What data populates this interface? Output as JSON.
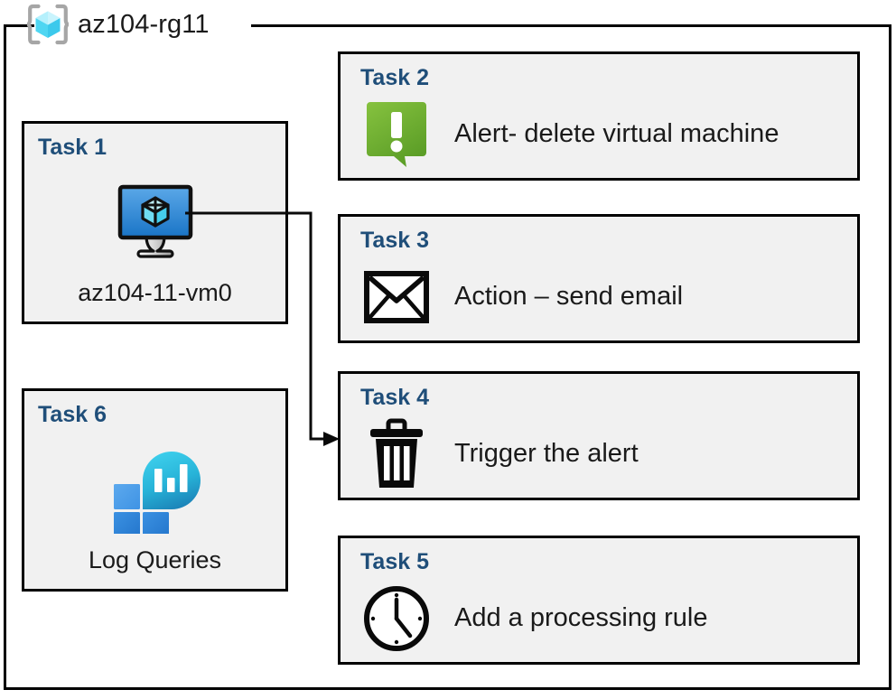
{
  "diagram": {
    "type": "azure-architecture-diagram",
    "container": {
      "title": "az104-rg11",
      "icon": "azure-resource-group-icon"
    },
    "colors": {
      "task_heading": "#1F4E79",
      "box_fill": "#F1F1F1",
      "box_border": "#000000",
      "alert_green": "#6CB33F",
      "vm_blue": "#2F8FE0",
      "log_analytics_cyan": "#31C8E8",
      "log_analytics_blue": "#2C8DDE"
    },
    "tasks": [
      {
        "id": "task-1",
        "label": "Task 1",
        "caption": "az104-11-vm0",
        "icon": "virtual-machine-icon",
        "column": "left"
      },
      {
        "id": "task-2",
        "label": "Task 2",
        "text": "Alert- delete virtual machine",
        "icon": "alert-exclamation-icon",
        "column": "right"
      },
      {
        "id": "task-3",
        "label": "Task 3",
        "text": "Action – send email",
        "icon": "envelope-icon",
        "column": "right"
      },
      {
        "id": "task-4",
        "label": "Task 4",
        "text": "Trigger the alert",
        "icon": "trash-bin-icon",
        "column": "right"
      },
      {
        "id": "task-5",
        "label": "Task 5",
        "text": "Add a processing rule",
        "icon": "clock-icon",
        "column": "right"
      },
      {
        "id": "task-6",
        "label": "Task 6",
        "caption": "Log Queries",
        "icon": "log-analytics-icon",
        "column": "left"
      }
    ],
    "connectors": [
      {
        "from": "task-1",
        "to": "task-4",
        "style": "orthogonal-arrow"
      }
    ]
  }
}
